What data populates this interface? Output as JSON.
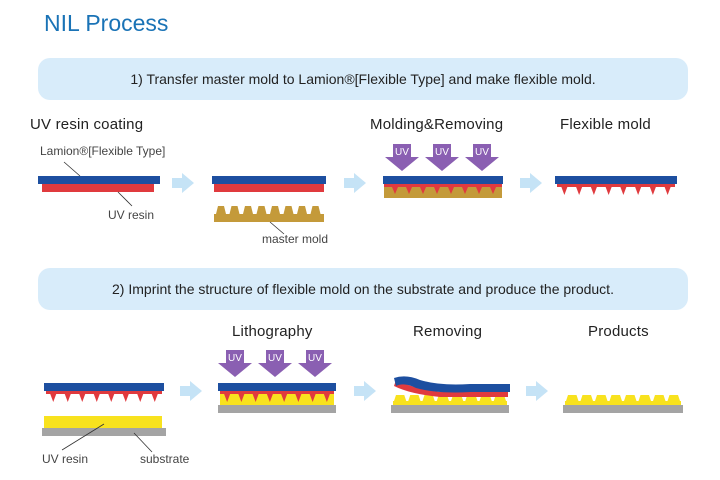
{
  "title": "NIL Process",
  "step1": {
    "banner": "1) Transfer master mold to Lamion®[Flexible Type] and make flexible mold.",
    "stages": [
      "UV resin coating",
      "Molding&Removing",
      "Flexible mold"
    ],
    "labels": {
      "lamion": "Lamion®[Flexible Type]",
      "uv_resin": "UV resin",
      "master_mold": "master mold"
    }
  },
  "step2": {
    "banner": "2) Imprint the structure of flexible mold on the substrate and produce the product.",
    "stages": [
      "Lithography",
      "Removing",
      "Products"
    ],
    "labels": {
      "uv_resin": "UV resin",
      "substrate": "substrate"
    }
  },
  "uv_label": "UV",
  "colors": {
    "film_blue": "#1d4fa0",
    "resin_red": "#e03a3e",
    "mold_brown": "#c49a3a",
    "resin_yellow": "#f8e21e",
    "substrate_gray": "#a4a4a4",
    "uv_purple": "#8a5fb2",
    "arrow_light_blue": "#c5e3f6",
    "banner_bg": "#d8ecfa",
    "title_blue": "#1a73b6"
  }
}
